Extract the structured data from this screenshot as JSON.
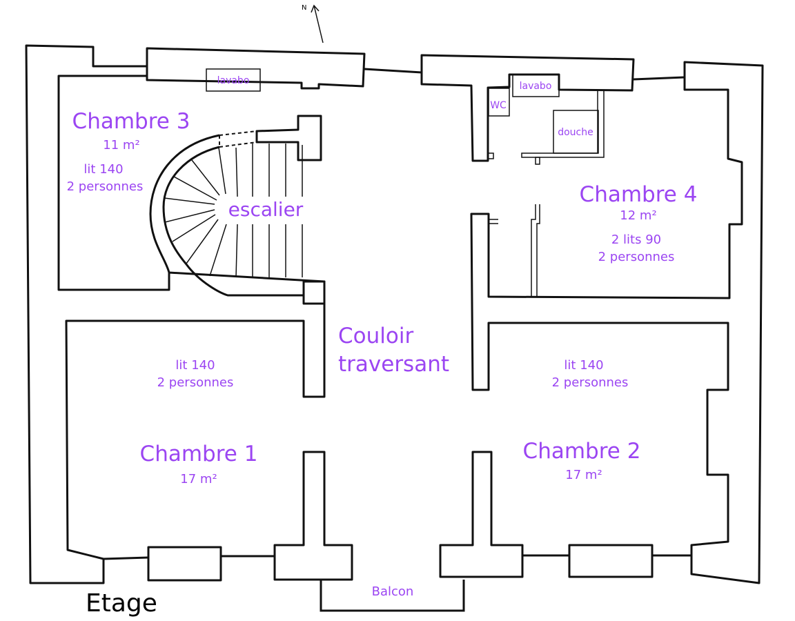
{
  "plan": {
    "title": "Etage",
    "north": "N",
    "accent_color": "#9b45f2",
    "rooms": {
      "chambre3": {
        "name": "Chambre 3",
        "area": "11 m²",
        "bed": "lit 140",
        "capacity": "2 personnes"
      },
      "chambre4": {
        "name": "Chambre 4",
        "area": "12 m²",
        "bed": "2 lits 90",
        "capacity": "2 personnes"
      },
      "chambre1": {
        "name": "Chambre 1",
        "area": "17 m²",
        "bed": "lit 140",
        "capacity": "2 personnes"
      },
      "chambre2": {
        "name": "Chambre 2",
        "area": "17 m²",
        "bed": "lit 140",
        "capacity": "2 personnes"
      },
      "couloir": {
        "line1": "Couloir",
        "line2": "traversant"
      },
      "escalier": "escalier",
      "balcon": "Balcon"
    },
    "fixtures": {
      "lavabo1": "lavabo",
      "lavabo2": "lavabo",
      "wc": "WC",
      "douche": "douche"
    }
  }
}
